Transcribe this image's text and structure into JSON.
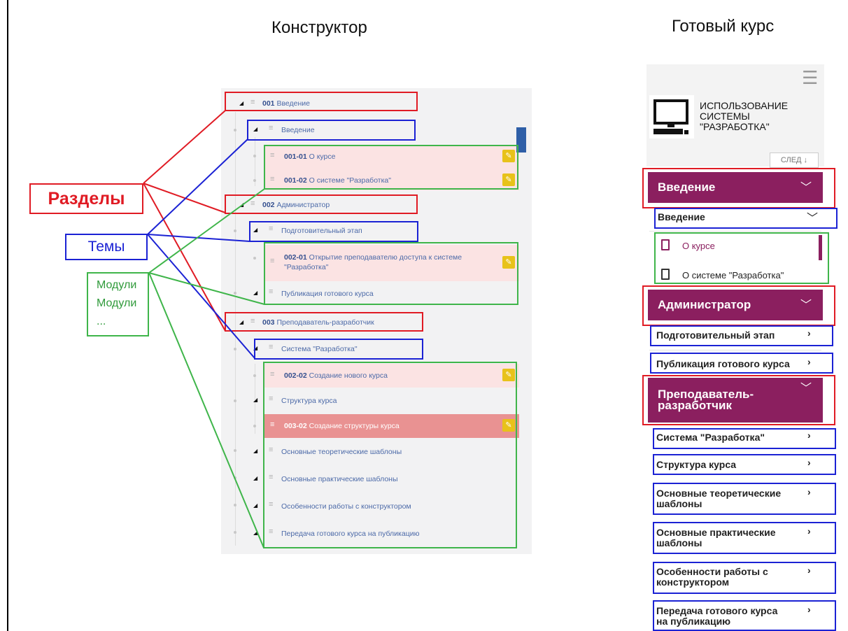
{
  "headings": {
    "constructor": "Конструктор",
    "course": "Готовый курс"
  },
  "labels": {
    "sections": "Разделы",
    "topics": "Темы",
    "modules_1": "Модули",
    "modules_2": "Модули",
    "modules_3": "..."
  },
  "constructor": {
    "s001": {
      "num": "001",
      "text": " Введение"
    },
    "t_intro": "Введение",
    "m001_01": {
      "num": "001-01",
      "text": " О курсе"
    },
    "m001_02": {
      "num": "001-02",
      "text": " О системе \"Разработка\""
    },
    "s002": {
      "num": "002",
      "text": " Администратор"
    },
    "t_prep": "Подготовительный этап",
    "m002_01": {
      "num": "002-01",
      "text": " Открытие преподавателю доступа к системе",
      "text2": "\"Разработка\""
    },
    "t_publish": "Публикация готового курса",
    "s003": {
      "num": "003",
      "text": " Преподаватель-разработчик"
    },
    "t_system": "Система \"Разработка\"",
    "m002_02": {
      "num": "002-02",
      "text": " Создание нового курса"
    },
    "t_structure": "Структура курса",
    "m003_02": {
      "num": "003-02",
      "text": " Создание структуры курса"
    },
    "t_theory": "Основные теоретические шаблоны",
    "t_practice": "Основные практические шаблоны",
    "t_features": "Особенности работы с конструктором",
    "t_transfer": "Передача готового курса на публикацию"
  },
  "course": {
    "title_1": "ИСПОЛЬЗОВАНИЕ",
    "title_2": "СИСТЕМЫ",
    "title_3": "\"РАЗРАБОТКА\"",
    "next": "СЛЕД ↓",
    "sections": {
      "intro": "Введение",
      "admin": "Администратор",
      "teacher_1": "Преподаватель-",
      "teacher_2": "разработчик"
    },
    "topics": {
      "intro": "Введение",
      "prep": "Подготовительный этап",
      "publish": "Публикация готового курса",
      "system": "Система \"Разработка\"",
      "structure": "Структура курса",
      "theory_1": "Основные теоретические",
      "theory_2": "шаблоны",
      "practice_1": "Основные практические",
      "practice_2": "шаблоны",
      "features_1": "Особенности работы с",
      "features_2": "конструктором",
      "transfer_1": "Передача готового курса",
      "transfer_2": "на публикацию"
    },
    "modules": {
      "about": "О курсе",
      "system": "О системе \"Разработка\""
    }
  },
  "colors": {
    "section_red": "#e01b24",
    "topic_blue": "#1b22d4",
    "module_green": "#3fb54a",
    "course_purple": "#8b1f5f",
    "edit_yellow": "#e8c21a",
    "active_row": "#e99292"
  }
}
